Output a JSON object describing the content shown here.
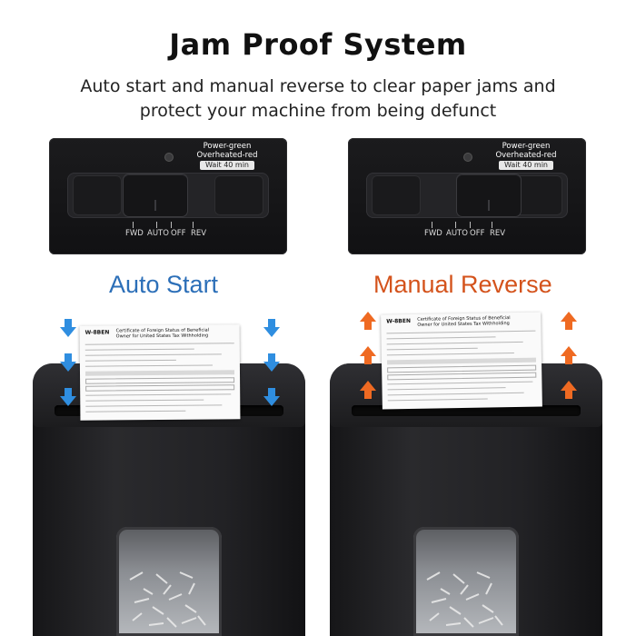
{
  "header": {
    "title": "Jam Proof System",
    "subtitle_line1": "Auto start and manual reverse to clear paper jams and",
    "subtitle_line2": "protect your machine from being defunct"
  },
  "control_panel": {
    "indicator_line1": "Power-green",
    "indicator_line2": "Overheated-red",
    "indicator_line3": "Wait 40 min",
    "switch_labels": {
      "fwd": "FWD",
      "auto": "AUTO",
      "off": "OFF",
      "rev": "REV"
    }
  },
  "modes": {
    "left_label": "Auto Start",
    "right_label": "Manual Reverse"
  },
  "document": {
    "form_number": "W-8BEN",
    "form_title": "Certificate of Foreign Status of Beneficial Owner for United States Tax Withholding"
  },
  "colors": {
    "auto_start": "#2c6fb8",
    "manual_reverse": "#d4531c",
    "arrow_down": "#2f8ee0",
    "arrow_up": "#ef6a22",
    "shredder_body": "#1c1c1e"
  }
}
